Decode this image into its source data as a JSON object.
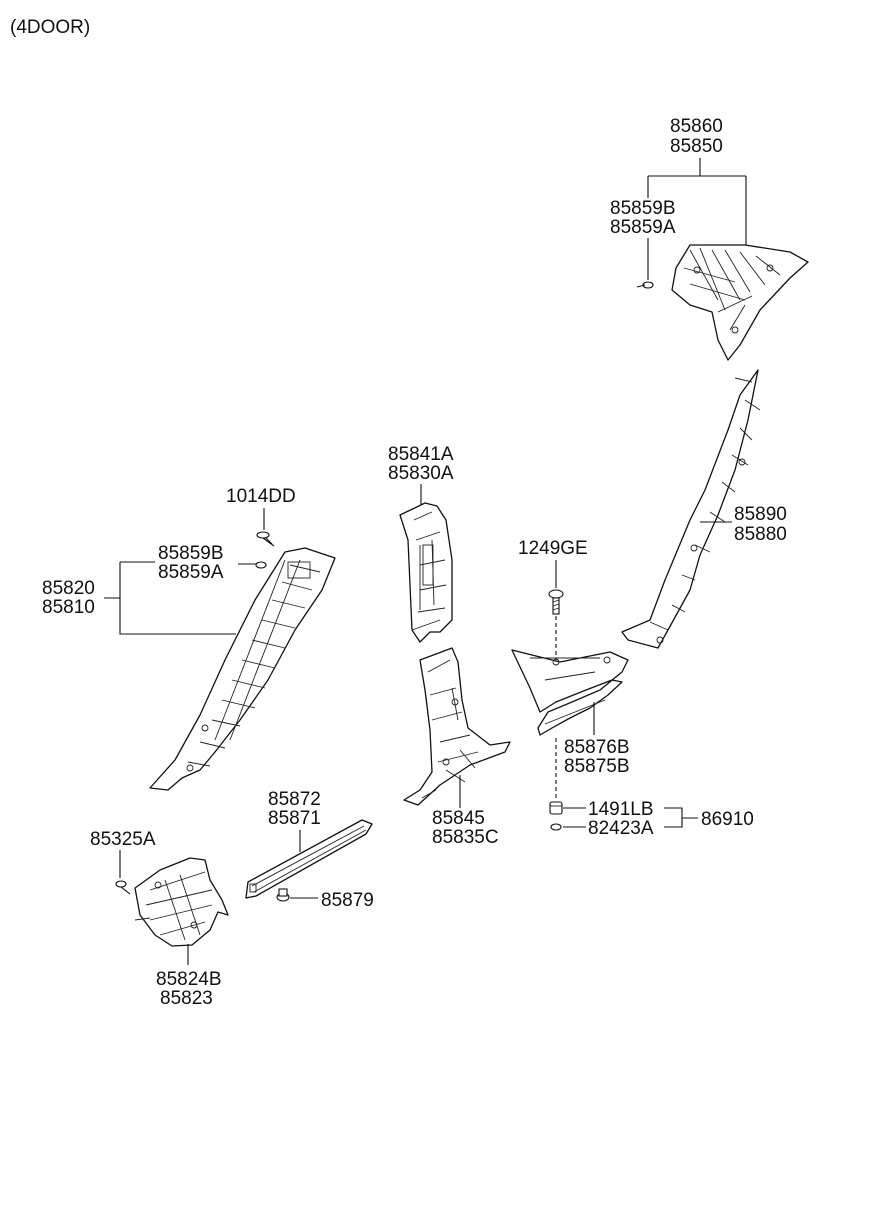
{
  "header": {
    "variant": "(4DOOR)"
  },
  "callouts": {
    "c85860": [
      "85860",
      "85850"
    ],
    "c85859b_top": [
      "85859B",
      "85859A"
    ],
    "c85841a": [
      "85841A",
      "85830A"
    ],
    "c1014dd": [
      "1014DD"
    ],
    "c85859b_left": [
      "85859B",
      "85859A"
    ],
    "c85820": [
      "85820",
      "85810"
    ],
    "c1249ge": [
      "1249GE"
    ],
    "c85890": [
      "85890",
      "85880"
    ],
    "c85876b": [
      "85876B",
      "85875B"
    ],
    "c1491lb": [
      "1491LB",
      "82423A"
    ],
    "c86910": [
      "86910"
    ],
    "c85872": [
      "85872",
      "85871"
    ],
    "c85845": [
      "85845",
      "85835C"
    ],
    "c85325a": [
      "85325A"
    ],
    "c85879": [
      "85879"
    ],
    "c85824b": [
      "85824B",
      "85823"
    ]
  },
  "colors": {
    "line": "#111111",
    "background": "#ffffff"
  }
}
